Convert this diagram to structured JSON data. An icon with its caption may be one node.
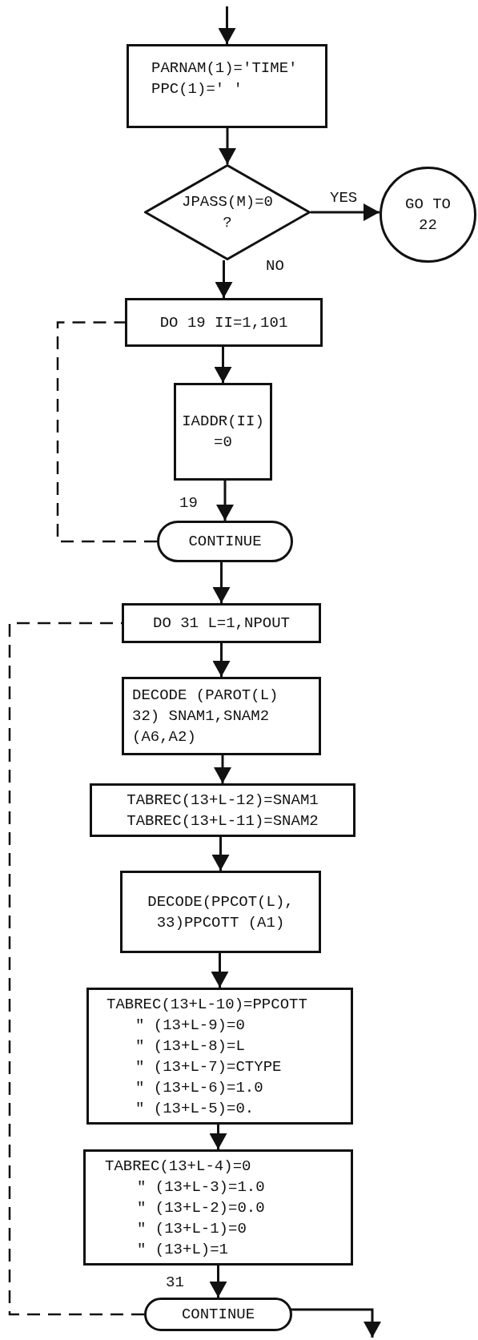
{
  "diagram": {
    "nodes": [
      {
        "text": [
          "PARNAM(1)='TIME'",
          "PPC(1)=' '"
        ]
      },
      {
        "text": [
          "JPASS(M)=0 ?"
        ]
      },
      {
        "text": [
          "GO TO 22"
        ]
      },
      {
        "text": [
          "DO 19 II=1,101"
        ]
      },
      {
        "text": [
          "IADDR(II) =0"
        ]
      },
      {
        "text": [
          "CONTINUE"
        ],
        "beside": [
          "19"
        ]
      },
      {
        "text": [
          "DO 31 L=1,NPOUT"
        ]
      },
      {
        "text": [
          "DECODE (PAROT(L) 32) SNAM1,SNAM2 (A6,A2)"
        ]
      },
      {
        "text": [
          "TABREC(13+L-12)=SNAM1",
          "TABREC(13+L-11)=SNAM2"
        ]
      },
      {
        "text": [
          "DECODE(PPCOT(L), 33)PPCOTT (A1)"
        ]
      },
      {
        "text": [
          "TABREC(13+L-10)=PPCOTT",
          "\" (13+L-9)=0",
          "\" (13+L-8)=L",
          "\" (13+L-7)=CTYPE",
          "\" (13+L-6)=1.0",
          "\" (13+L-5)=0."
        ]
      },
      {
        "text": [
          "TABREC(13+L-4)=0",
          "\" (13+L-3)=1.0",
          "\" (13+L-2)=0.0",
          "\" (13+L-1)=0",
          "\" (13+L)=1"
        ]
      },
      {
        "text": [
          "CONTINUE"
        ],
        "beside": [
          "31"
        ]
      }
    ],
    "edges": [
      {
        "from": null,
        "to": 0,
        "arrow": "to"
      },
      {
        "from": 0,
        "to": 1,
        "arrow": "to"
      },
      {
        "from": 1,
        "to": 2,
        "arrow": "to",
        "label": "YES"
      },
      {
        "from": 1,
        "to": 3,
        "arrow": "to",
        "label": "NO"
      },
      {
        "from": 3,
        "to": 4,
        "arrow": "to"
      },
      {
        "from": 4,
        "to": 5,
        "arrow": "to"
      },
      {
        "from": 5,
        "to": 3,
        "arrow": "none",
        "style": "dashed"
      },
      {
        "from": 5,
        "to": 6,
        "arrow": "to"
      },
      {
        "from": 6,
        "to": 7,
        "arrow": "to"
      },
      {
        "from": 7,
        "to": 8,
        "arrow": "to"
      },
      {
        "from": 8,
        "to": 9,
        "arrow": "to"
      },
      {
        "from": 9,
        "to": 10,
        "arrow": "to"
      },
      {
        "from": 10,
        "to": 11,
        "arrow": "to"
      },
      {
        "from": 11,
        "to": 12,
        "arrow": "to"
      },
      {
        "from": 12,
        "to": 6,
        "arrow": "none",
        "style": "dashed"
      },
      {
        "from": 12,
        "to": null,
        "arrow": "to"
      }
    ]
  }
}
